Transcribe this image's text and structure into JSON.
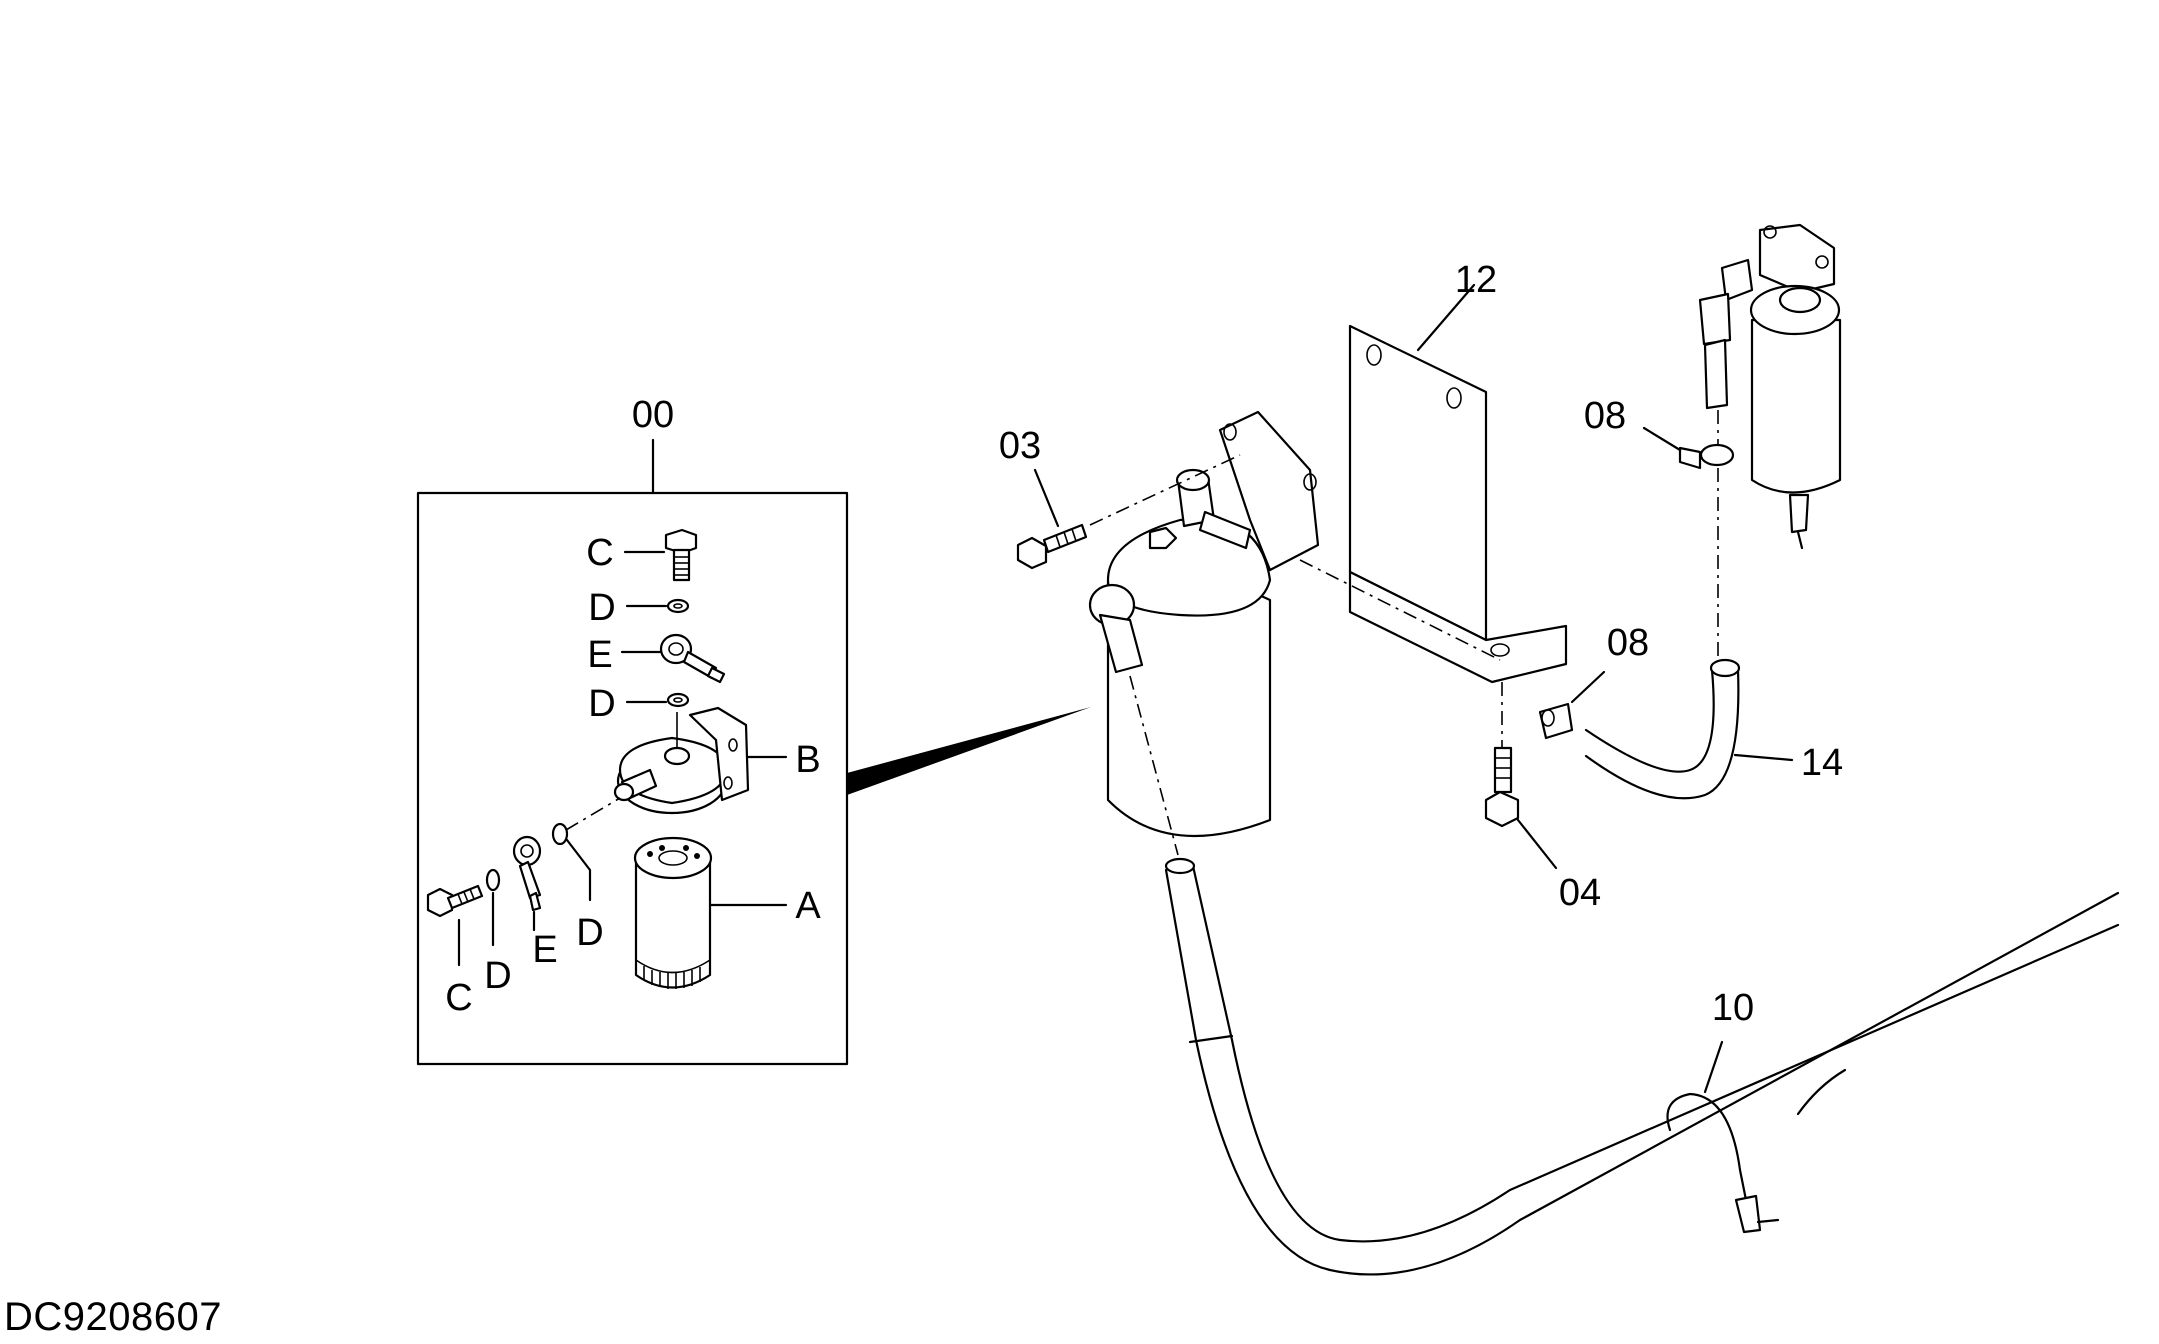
{
  "document_code": "DC9208607",
  "callouts": {
    "assembly": "00",
    "bolt_03": "03",
    "bolt_04": "04",
    "clamp_08_top": "08",
    "clamp_08_mid": "08",
    "tie_10": "10",
    "bracket_12": "12",
    "hose_14": "14"
  },
  "kit_labels": {
    "c_top": "C",
    "d_upper": "D",
    "e_top": "E",
    "d_lower": "D",
    "b": "B",
    "a": "A",
    "c_left": "C",
    "d_left": "D",
    "e_left": "E",
    "d_right": "D"
  }
}
